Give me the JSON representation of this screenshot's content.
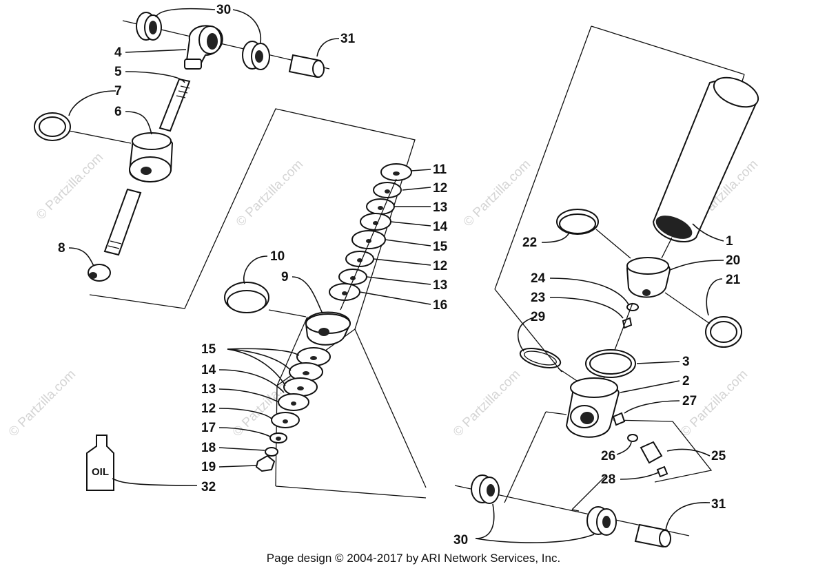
{
  "watermark": "© Partzilla.com",
  "footer": "Page design © 2004-2017 by ARI Network Services, Inc.",
  "oil_label": "OIL",
  "callouts": [
    "30",
    "31",
    "4",
    "5",
    "7",
    "6",
    "8",
    "10",
    "9",
    "11",
    "12",
    "13",
    "14",
    "15",
    "12",
    "13",
    "16",
    "15",
    "14",
    "13",
    "12",
    "17",
    "18",
    "19",
    "32",
    "1",
    "22",
    "20",
    "24",
    "21",
    "23",
    "29",
    "3",
    "2",
    "27",
    "26",
    "25",
    "28",
    "30",
    "31"
  ]
}
